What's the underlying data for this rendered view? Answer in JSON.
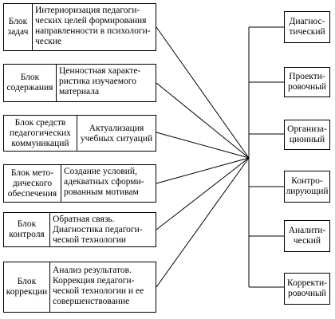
{
  "left_blocks": [
    {
      "label": "Блок\nзадач",
      "text": "Интериоризация педагоги-\nческих целей формирования\nнаправленности в психологи-\nческие"
    },
    {
      "label": "Блок\nсодержания",
      "text": "Ценностная характе-\nристика изучаемого\nматериала"
    },
    {
      "label": "Блок средств\nпедагогических\nкоммуникаций",
      "text": "Актуализация\nучебных ситуаций"
    },
    {
      "label": "Блок мето-\nдического\nобеспечения",
      "text": "Создание условий,\nадекватных сформи-\nрованным мотивам"
    },
    {
      "label": "Блок\nконтроля",
      "text": "Обратная связь.\nДиагностика педагоги-\nческой технологии"
    },
    {
      "label": "Блок\nкоррекции",
      "text": "Анализ результатов.\nКоррекция педагоги-\nческой технологии и ее\nсовершенствование"
    }
  ],
  "right_blocks": [
    "Диагнос-\nтический",
    "Проекти-\nровочный",
    "Организа-\nционный",
    "Контро-\nлирующий",
    "Аналити-\nческий",
    "Корректи-\nровочный"
  ]
}
